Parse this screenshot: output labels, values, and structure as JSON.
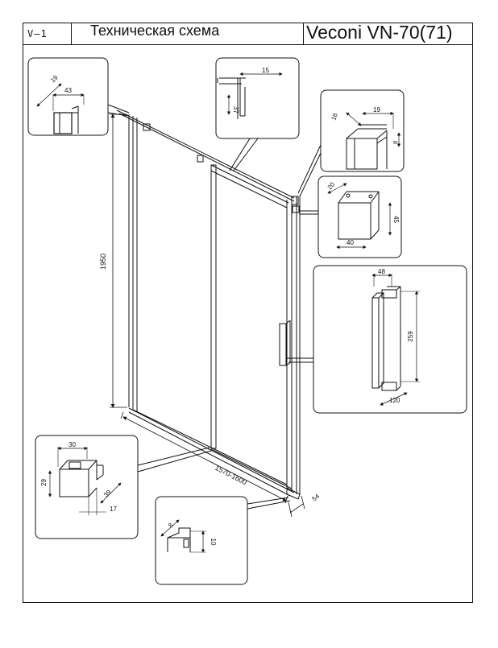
{
  "header": {
    "sheet_code": "V–1",
    "title": "Техническая схема",
    "model": "Veconi VN-70(71)"
  },
  "dimensions": {
    "height": "1950",
    "width_range": "1570-1600",
    "depth": "54"
  },
  "callouts": {
    "top_left": {
      "d1": "19",
      "d2": "43"
    },
    "top_center": {
      "d1": "15",
      "d2": "37"
    },
    "top_right": {
      "d1": "16",
      "d2": "19",
      "d3": "8"
    },
    "bracket": {
      "d1": "20",
      "d2": "45",
      "d3": "40"
    },
    "handle": {
      "d1": "48",
      "d2": "259",
      "d3": "120"
    },
    "bottom_left": {
      "d1": "30",
      "d2": "29",
      "d3": "39",
      "d4": "17"
    },
    "bottom_center": {
      "d1": "8",
      "d2": "10"
    }
  }
}
